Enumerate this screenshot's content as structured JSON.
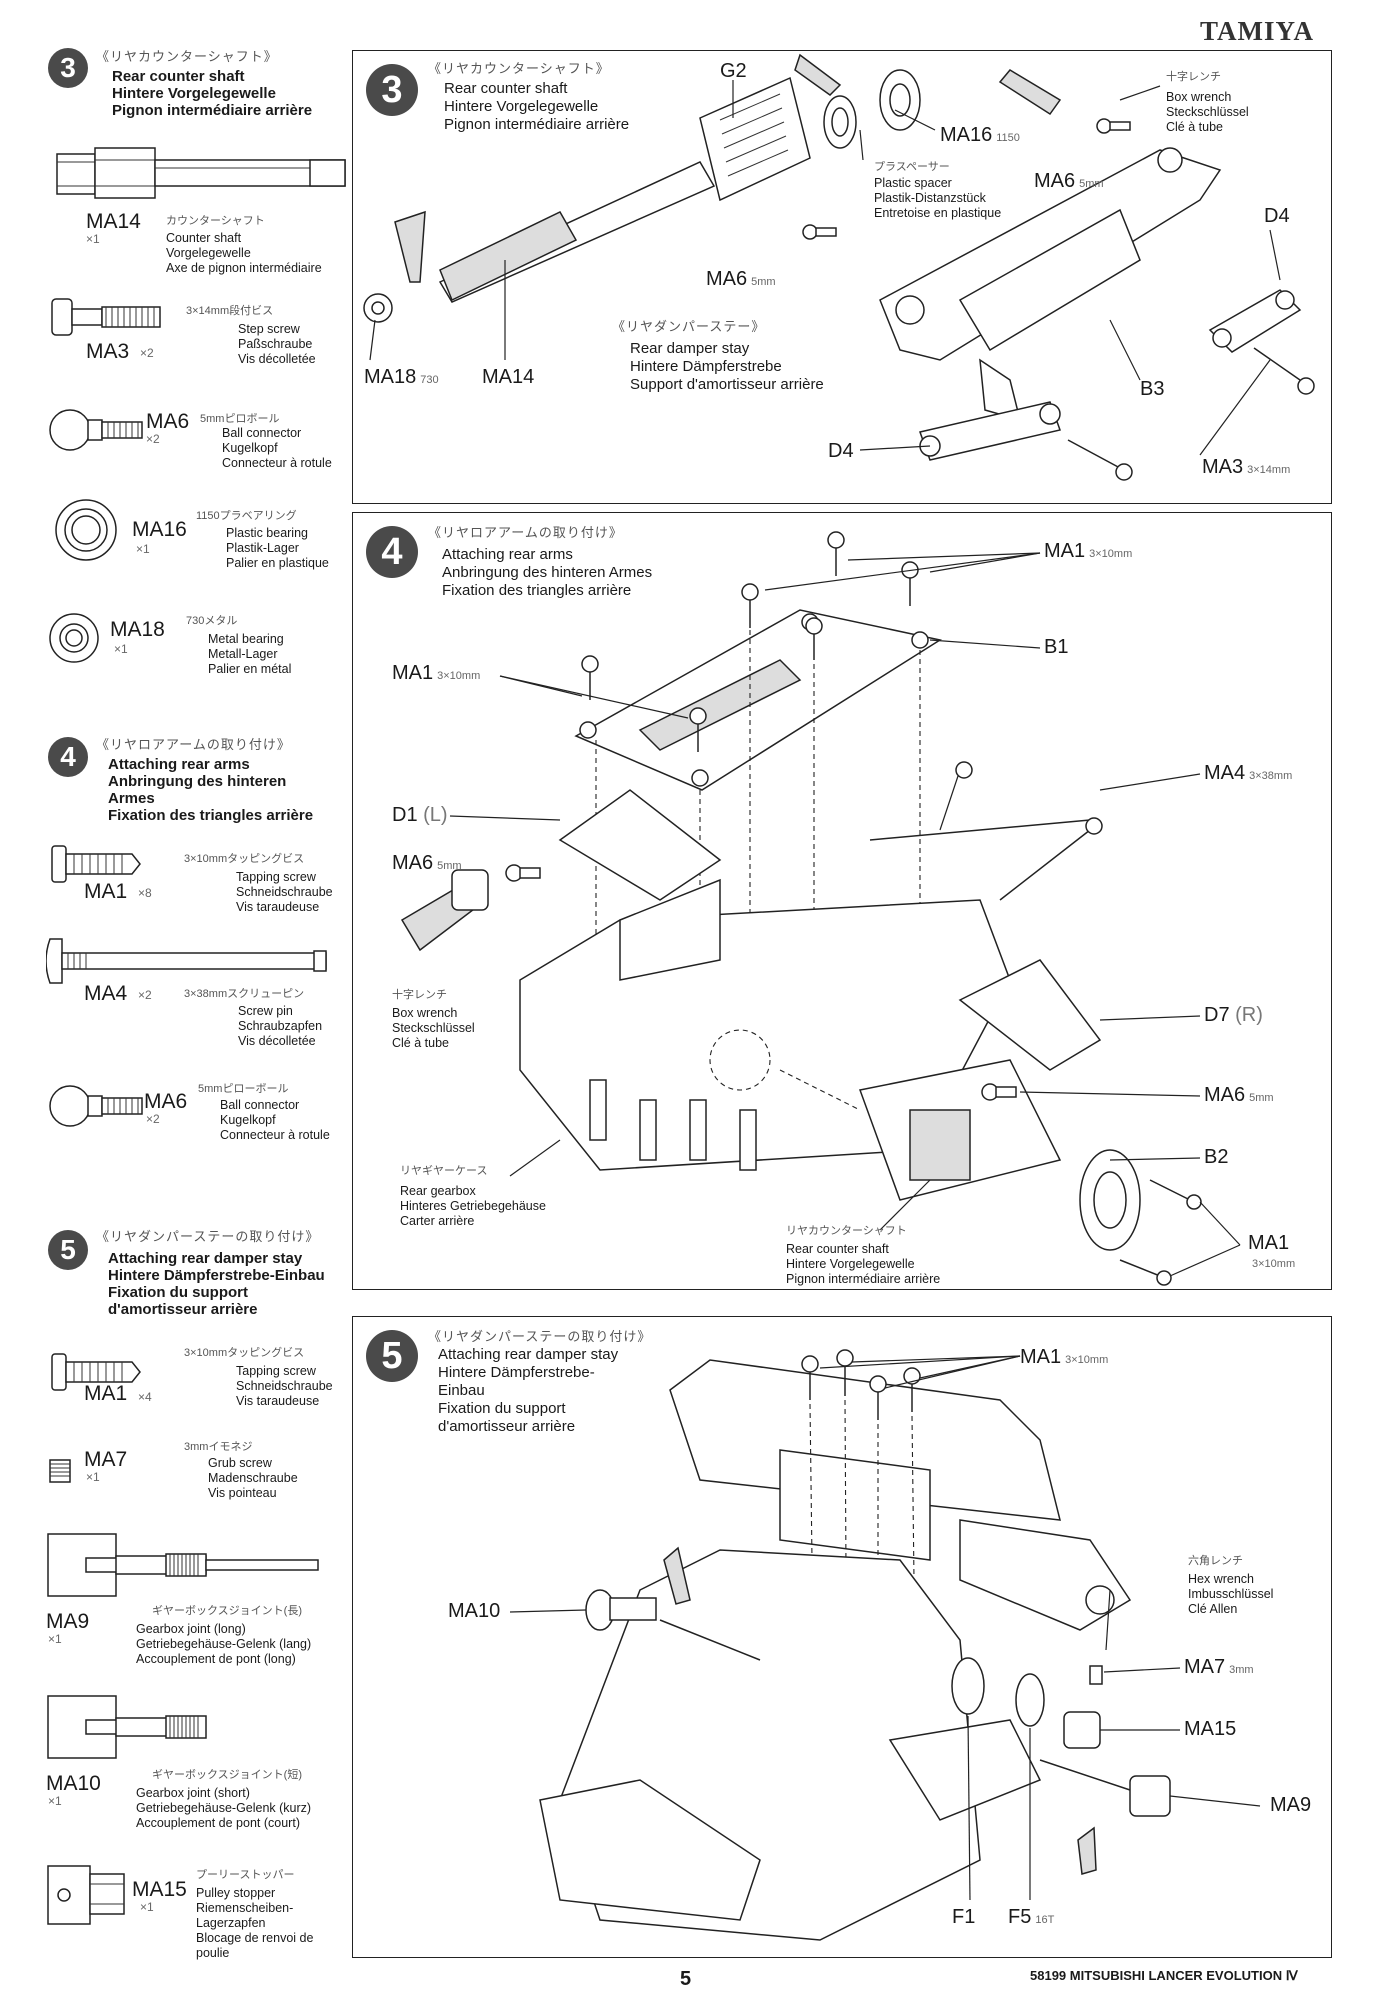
{
  "header": {
    "brand": "TAMIYA"
  },
  "footer": {
    "page_number": "5",
    "model": "58199 MITSUBISHI LANCER EVOLUTION Ⅳ"
  },
  "sidebar": {
    "step3": {
      "number": "3",
      "jp": "《リヤカウンターシャフト》",
      "lines": [
        "Rear counter shaft",
        "Hintere Vorgelegewelle",
        "Pignon intermédiaire arrière"
      ],
      "parts": [
        {
          "code": "MA14",
          "qty": "×1",
          "jp": "カウンターシャフト",
          "desc": [
            "Counter shaft",
            "Vorgelegewelle",
            "Axe de pignon intermédiaire"
          ]
        },
        {
          "code": "MA3",
          "qty": "×2",
          "jp": "3×14mm段付ビス",
          "desc": [
            "Step screw",
            "Paßschraube",
            "Vis décolletée"
          ]
        },
        {
          "code": "MA6",
          "qty": "×2",
          "jp": "5mmピロボール",
          "desc": [
            "Ball connector",
            "Kugelkopf",
            "Connecteur à rotule"
          ]
        },
        {
          "code": "MA16",
          "qty": "×1",
          "jp": "1150プラベアリング",
          "desc": [
            "Plastic bearing",
            "Plastik-Lager",
            "Palier en plastique"
          ]
        },
        {
          "code": "MA18",
          "qty": "×1",
          "jp": "730メタル",
          "desc": [
            "Metal bearing",
            "Metall-Lager",
            "Palier en métal"
          ]
        }
      ]
    },
    "step4": {
      "number": "4",
      "jp": "《リヤロアアームの取り付け》",
      "lines": [
        "Attaching rear arms",
        "Anbringung des hinteren",
        "Armes",
        "Fixation des triangles arrière"
      ],
      "parts": [
        {
          "code": "MA1",
          "qty": "×8",
          "jp": "3×10mmタッピングビス",
          "desc": [
            "Tapping screw",
            "Schneidschraube",
            "Vis taraudeuse"
          ]
        },
        {
          "code": "MA4",
          "qty": "×2",
          "jp": "3×38mmスクリューピン",
          "desc": [
            "Screw pin",
            "Schraubzapfen",
            "Vis décolletée"
          ]
        },
        {
          "code": "MA6",
          "qty": "×2",
          "jp": "5mmピローボール",
          "desc": [
            "Ball connector",
            "Kugelkopf",
            "Connecteur à rotule"
          ]
        }
      ]
    },
    "step5": {
      "number": "5",
      "jp": "《リヤダンパーステーの取り付け》",
      "lines": [
        "Attaching rear damper stay",
        "Hintere Dämpferstrebe-Einbau",
        "Fixation du support",
        "d'amortisseur arrière"
      ],
      "parts": [
        {
          "code": "MA1",
          "qty": "×4",
          "jp": "3×10mmタッピングビス",
          "desc": [
            "Tapping screw",
            "Schneidschraube",
            "Vis taraudeuse"
          ]
        },
        {
          "code": "MA7",
          "qty": "×1",
          "jp": "3mmイモネジ",
          "desc": [
            "Grub screw",
            "Madenschraube",
            "Vis pointeau"
          ]
        },
        {
          "code": "MA9",
          "qty": "×1",
          "jp": "ギヤーボックスジョイント(長)",
          "desc": [
            "Gearbox joint (long)",
            "Getriebegehäuse-Gelenk (lang)",
            "Accouplement de pont (long)"
          ]
        },
        {
          "code": "MA10",
          "qty": "×1",
          "jp": "ギヤーボックスジョイント(短)",
          "desc": [
            "Gearbox joint (short)",
            "Getriebegehäuse-Gelenk (kurz)",
            "Accouplement de pont (court)"
          ]
        },
        {
          "code": "MA15",
          "qty": "×1",
          "jp": "プーリーストッパー",
          "desc": [
            "Pulley stopper",
            "Riemenscheiben-",
            "Lagerzapfen",
            "Blocage de renvoi de",
            "poulie"
          ]
        }
      ]
    }
  },
  "panels": {
    "p3": {
      "number": "3",
      "jp": "《リヤカウンターシャフト》",
      "lines": [
        "Rear counter shaft",
        "Hintere Vorgelegewelle",
        "Pignon intermédiaire arrière"
      ],
      "stay_jp": "《リヤダンパーステー》",
      "stay_lines": [
        "Rear damper stay",
        "Hintere Dämpferstrebe",
        "Support d'amortisseur arrière"
      ],
      "spacer_jp": "プラスペーサー",
      "spacer_lines": [
        "Plastic spacer",
        "Plastik-Distanzstück",
        "Entretoise en plastique"
      ],
      "wrench_jp": "十字レンチ",
      "wrench_lines": [
        "Box wrench",
        "Steckschlüssel",
        "Clé à tube"
      ],
      "labels": {
        "g2": "G2",
        "ma16": "MA16",
        "ma16_size": "1150",
        "ma6a": "MA6",
        "ma6a_size": "5mm",
        "ma6b": "MA6",
        "ma6b_size": "5mm",
        "d4a": "D4",
        "d4b": "D4",
        "b3": "B3",
        "ma3": "MA3",
        "ma3_size": "3×14mm",
        "ma18": "MA18",
        "ma18_size": "730",
        "ma14": "MA14"
      }
    },
    "p4": {
      "number": "4",
      "jp": "《リヤロアアームの取り付け》",
      "lines": [
        "Attaching rear arms",
        "Anbringung des hinteren Armes",
        "Fixation des triangles arrière"
      ],
      "wrench_jp": "十字レンチ",
      "wrench_lines": [
        "Box wrench",
        "Steckschlüssel",
        "Clé à tube"
      ],
      "gearbox_jp": "リヤギヤーケース",
      "gearbox_lines": [
        "Rear gearbox",
        "Hinteres Getriebegehäuse",
        "Carter arrière"
      ],
      "shaft_jp": "リヤカウンターシャフト",
      "shaft_lines": [
        "Rear counter shaft",
        "Hintere Vorgelegewelle",
        "Pignon intermédiaire arrière"
      ],
      "labels": {
        "ma1a": "MA1",
        "ma1a_size": "3×10mm",
        "b1": "B1",
        "ma1b": "MA1",
        "ma1b_size": "3×10mm",
        "ma4": "MA4",
        "ma4_size": "3×38mm",
        "d1": "D1",
        "d1_side": "(L)",
        "ma6a": "MA6",
        "ma6a_size": "5mm",
        "d7": "D7",
        "d7_side": "(R)",
        "ma6b": "MA6",
        "ma6b_size": "5mm",
        "b2": "B2",
        "ma1c": "MA1",
        "ma1c_size": "3×10mm"
      }
    },
    "p5": {
      "number": "5",
      "jp": "《リヤダンパーステーの取り付け》",
      "lines": [
        "Attaching rear damper stay",
        "Hintere Dämpferstrebe-",
        "Einbau",
        "Fixation du support",
        "d'amortisseur arrière"
      ],
      "hex_jp": "六角レンチ",
      "hex_lines": [
        "Hex wrench",
        "Imbusschlüssel",
        "Clé Allen"
      ],
      "labels": {
        "ma1": "MA1",
        "ma1_size": "3×10mm",
        "ma10": "MA10",
        "ma7": "MA7",
        "ma7_size": "3mm",
        "ma15": "MA15",
        "ma9": "MA9",
        "f1": "F1",
        "f5": "F5",
        "f5_size": "16T"
      }
    }
  }
}
